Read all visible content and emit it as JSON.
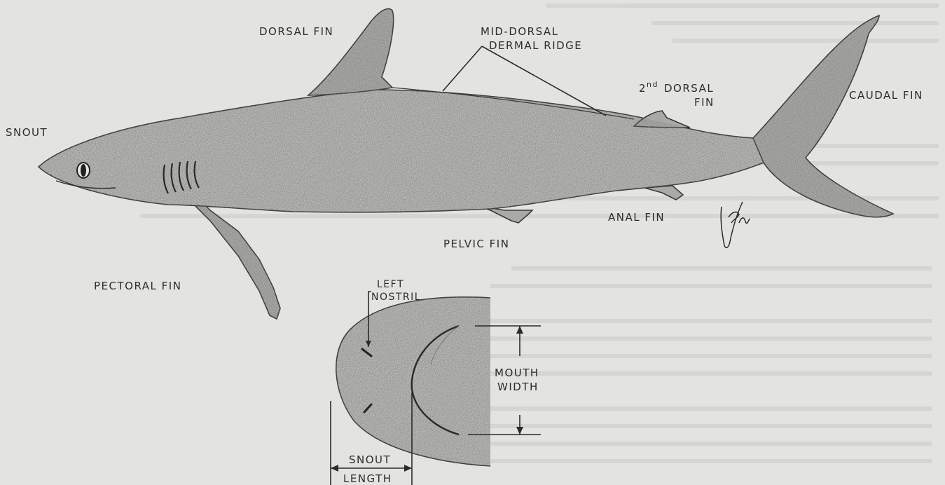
{
  "labels": {
    "dorsal_fin": "DORSAL FIN",
    "mid_dorsal_line1": "MID-DORSAL",
    "mid_dorsal_line2": "DERMAL RIDGE",
    "second_dorsal_sup": "nd",
    "second_dorsal_num": "2",
    "second_dorsal_word": "DORSAL",
    "second_dorsal_fin": "FIN",
    "caudal_fin": "CAUDAL FIN",
    "snout": "SNOUT",
    "anal_fin": "ANAL FIN",
    "pelvic_fin": "PELVIC FIN",
    "pectoral_fin": "PECTORAL FIN",
    "left_nostril_line1": "LEFT",
    "left_nostril_line2": "NOSTRIL",
    "mouth_width_line1": "MOUTH",
    "mouth_width_line2": "WIDTH",
    "snout_length_line1": "SNOUT",
    "snout_length_line2": "LENGTH"
  },
  "signature": "Ken",
  "colors": {
    "background": "#e3e3e1",
    "ink": "#2c2c2c",
    "body_shade": "#b8b8b6"
  }
}
